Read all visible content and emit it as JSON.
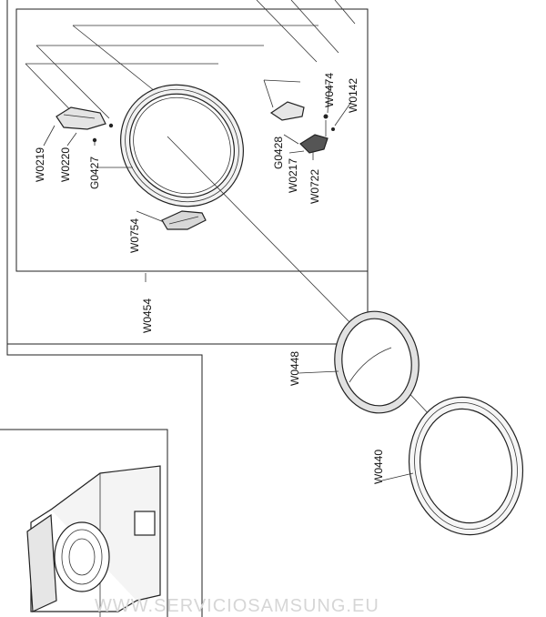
{
  "parts": [
    {
      "id": "W0219",
      "label": "W0219"
    },
    {
      "id": "W0220",
      "label": "W0220"
    },
    {
      "id": "G0427",
      "label": "G0427"
    },
    {
      "id": "W0754",
      "label": "W0754"
    },
    {
      "id": "W0454",
      "label": "W0454"
    },
    {
      "id": "W0474",
      "label": "W0474"
    },
    {
      "id": "W0142",
      "label": "W0142"
    },
    {
      "id": "G0428",
      "label": "G0428"
    },
    {
      "id": "W0217",
      "label": "W0217"
    },
    {
      "id": "W0722",
      "label": "W0722"
    },
    {
      "id": "W0448",
      "label": "W0448"
    },
    {
      "id": "W0440",
      "label": "W0440"
    }
  ],
  "watermark": "WWW.SERVICIOSAMSUNG.EU"
}
